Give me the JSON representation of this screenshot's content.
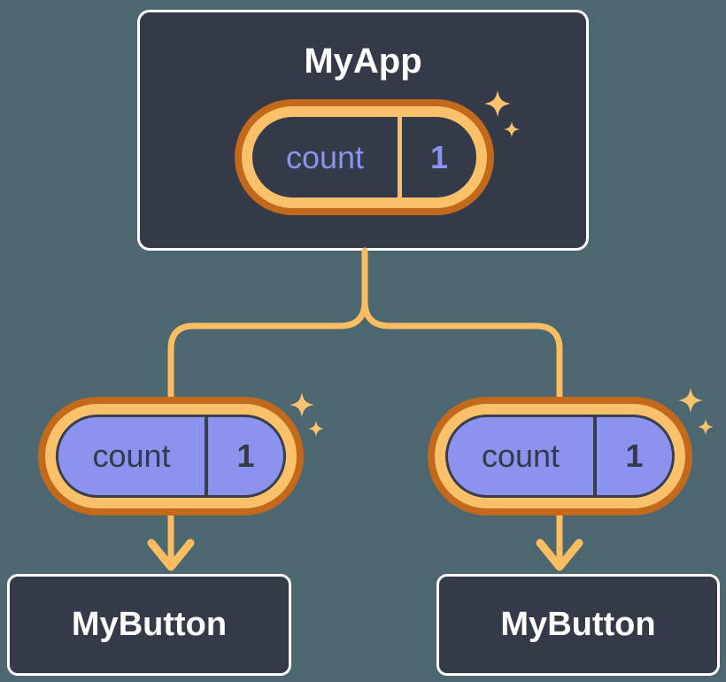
{
  "background_color": "#4C6770",
  "palette": {
    "node_fill": "#343A48",
    "node_border": "#FFFFFF",
    "orange_dark": "#C2691C",
    "orange_light": "#FABD62",
    "sparkle": "#FBC36E",
    "purple": "#8B93EE",
    "dark_text": "#343A48"
  },
  "tree": {
    "root": {
      "title": "MyApp",
      "state_pill": {
        "label": "count",
        "value": "1"
      }
    },
    "children": [
      {
        "title": "MyButton",
        "prop_pill": {
          "label": "count",
          "value": "1"
        }
      },
      {
        "title": "MyButton",
        "prop_pill": {
          "label": "count",
          "value": "1"
        }
      }
    ]
  }
}
